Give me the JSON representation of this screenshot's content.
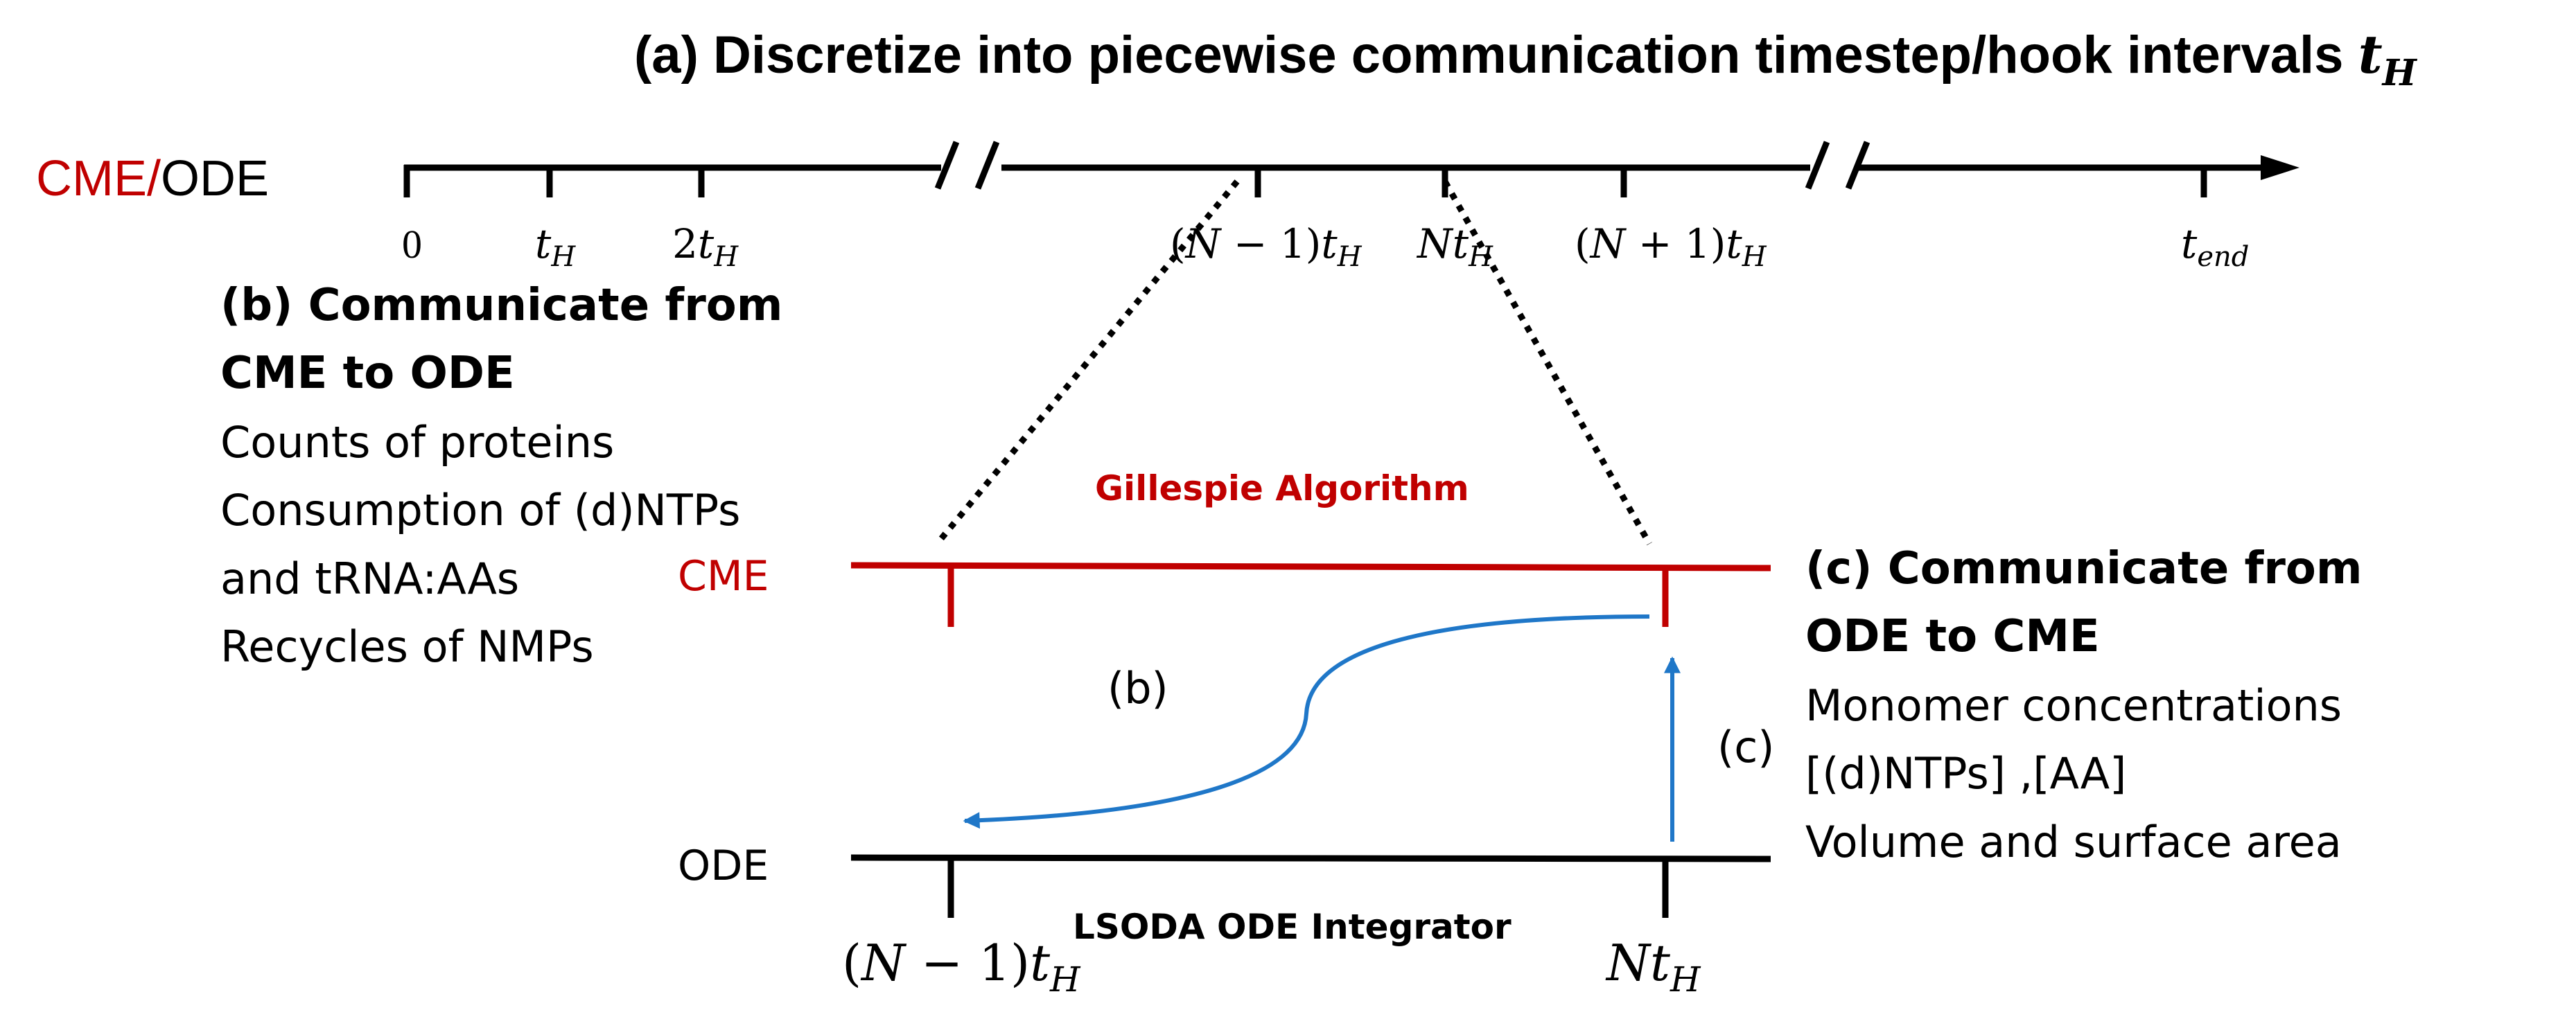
{
  "title": {
    "prefix": "(a) Discretize into piecewise communication timestep/hook intervals ",
    "var": "t",
    "sub": "H"
  },
  "colors": {
    "accent": "#c00000",
    "arrow": "#1f77c8",
    "ink": "#000000"
  },
  "timeline": {
    "label_cme": "CME",
    "label_slash": "/",
    "label_ode": "ODE",
    "ticks": {
      "zero": "0",
      "t_h": {
        "var": "t",
        "sub": "H"
      },
      "two_t_h": {
        "coef": "2",
        "var": "t",
        "sub": "H"
      },
      "n_minus_1": {
        "pre": "(",
        "N": "N",
        "op": " − 1)",
        "var": "t",
        "sub": "H"
      },
      "n": {
        "N": "N",
        "var": "t",
        "sub": "H"
      },
      "n_plus_1": {
        "pre": "(",
        "N": "N",
        "op": " + 1)",
        "var": "t",
        "sub": "H"
      },
      "end": {
        "var": "t",
        "sub": "end"
      }
    }
  },
  "section_b": {
    "heading_line1": "(b) Communicate from",
    "heading_line2": "CME to ODE",
    "items": [
      "Counts of proteins",
      "Consumption of (d)NTPs",
      "and tRNA:AAs",
      "Recycles of NMPs"
    ]
  },
  "section_c": {
    "heading_line1": "(c) Communicate from",
    "heading_line2": "ODE to CME",
    "items": [
      "Monomer concentrations",
      "[(d)NTPs] ,[AA]",
      "Volume and surface area"
    ]
  },
  "zoom": {
    "cme_label": "CME",
    "ode_label": "ODE",
    "gillespie": "Gillespie Algorithm",
    "lsoda": "LSODA ODE Integrator",
    "arrow_b_label": "(b)",
    "arrow_c_label": "(c)",
    "tick_left": {
      "pre": "(",
      "N": "N",
      "op": " − 1)",
      "var": "t",
      "sub": "H"
    },
    "tick_right": {
      "N": "N",
      "var": "t",
      "sub": "H"
    }
  }
}
